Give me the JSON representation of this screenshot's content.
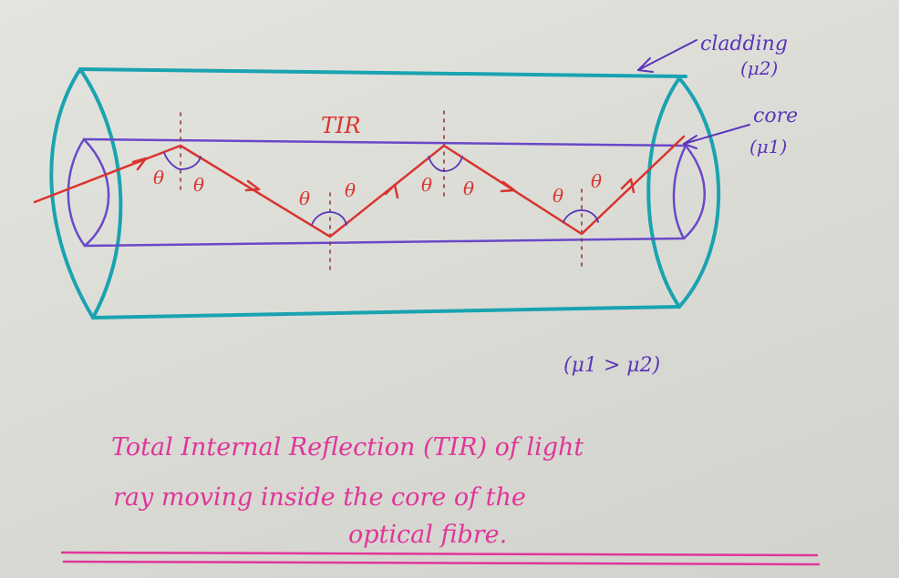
{
  "labels": {
    "tir": "TIR",
    "cladding": "cladding",
    "cladding_index": "(μ2)",
    "core": "core",
    "core_index": "(μ1)",
    "theta": "θ",
    "condition": "(μ1 > μ2)"
  },
  "caption": {
    "line1": "Total Internal Reflection (TIR) of light",
    "line2": "ray moving inside the core of the",
    "line3": "optical fibre."
  },
  "colors": {
    "cladding": "#1aa3b0",
    "core": "#6a48c8",
    "ray": "#d9342f",
    "caption": "#e0359a",
    "normal": "#8a3a3a"
  }
}
